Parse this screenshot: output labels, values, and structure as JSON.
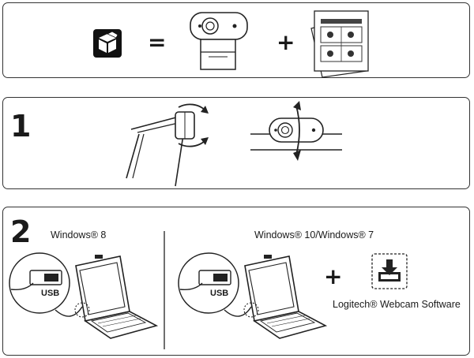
{
  "row0": {
    "equals": "=",
    "plus": "+"
  },
  "step1": {
    "number": "1"
  },
  "step2": {
    "number": "2",
    "win8_label": "Windows® 8",
    "win10_label": "Windows® 10/Windows® 7",
    "usb_label": "USB",
    "plus": "+",
    "software_label": "Logitech® Webcam Software"
  }
}
